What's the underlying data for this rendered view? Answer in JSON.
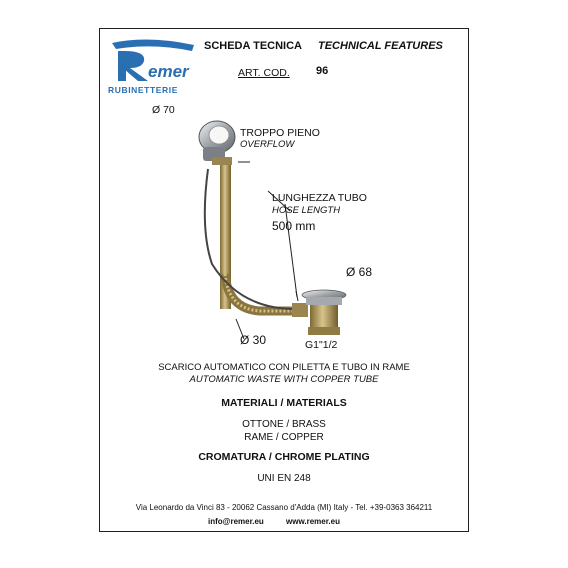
{
  "header": {
    "brand_name": "Remer",
    "brand_sub": "RUBINETTERIE",
    "title_it": "SCHEDA TECNICA",
    "title_en": "TECHNICAL FEATURES",
    "art_label": "ART. COD.",
    "art_code": "96"
  },
  "labels": {
    "diameter_overflow": "Ø 70",
    "overflow_it": "TROPPO PIENO",
    "overflow_en": "OVERFLOW",
    "hose_it": "LUNGHEZZA TUBO",
    "hose_en": "HOSE LENGTH",
    "hose_len": "500 mm",
    "diameter_waste": "Ø 68",
    "diameter_tube": "Ø 30",
    "thread": "G1\"1/2"
  },
  "description": {
    "it": "SCARICO AUTOMATICO CON PILETTA E TUBO IN RAME",
    "en": "AUTOMATIC WASTE WITH COPPER TUBE"
  },
  "materials": {
    "heading": "MATERIALI / MATERIALS",
    "items": [
      "OTTONE / BRASS",
      "RAME / COPPER"
    ],
    "plating": "CROMATURA / CHROME PLATING",
    "standard": "UNI EN 248"
  },
  "footer": {
    "address": "Via Leonardo da Vinci 83 - 20062 Cassano d'Adda (MI) Italy - Tel. +39-0363 364211",
    "email": "info@remer.eu",
    "web": "www.remer.eu"
  },
  "colors": {
    "brand_blue": "#2a6fb2",
    "brass": "#b59a55",
    "chrome": "#c9ccd0"
  }
}
